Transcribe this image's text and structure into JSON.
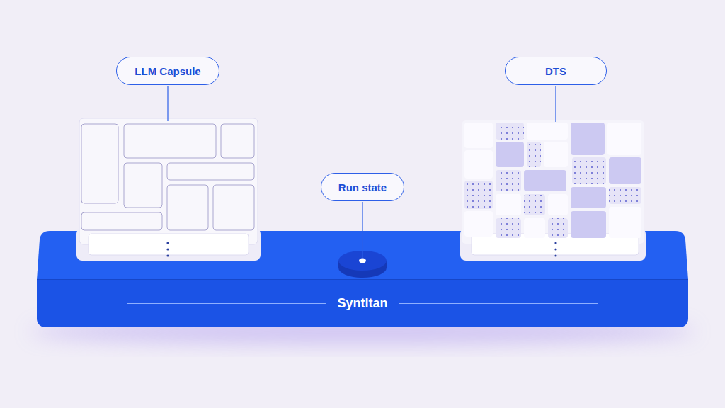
{
  "diagram": {
    "nodes": [
      {
        "text": [
          "LLM Capsule"
        ]
      },
      {
        "text": [
          "DTS"
        ]
      },
      {
        "text": [
          "Run state"
        ]
      },
      {
        "text": [
          "Syntitan"
        ]
      }
    ]
  }
}
